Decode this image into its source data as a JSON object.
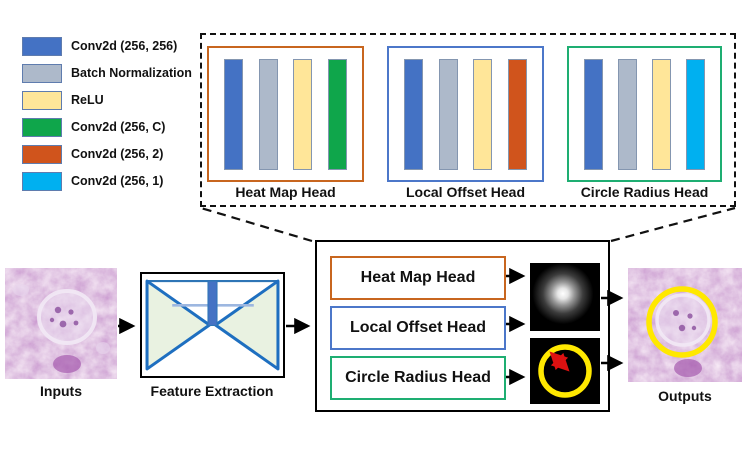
{
  "colors": {
    "conv256": "#4472C4",
    "batchnorm": "#ADB9CA",
    "relu": "#FFE699",
    "conv_c": "#0FA64B",
    "conv_2": "#D0541C",
    "conv_1": "#00B0F0",
    "heatmap_border": "#C8661F",
    "offset_border": "#4C77C9",
    "radius_border": "#1EAE72",
    "yellow_circle": "#FFE800",
    "red_radius_arrow": "#DD1111"
  },
  "legend": {
    "items": [
      {
        "label": "Conv2d (256, 256)",
        "color": "#4472C4"
      },
      {
        "label": "Batch Normalization",
        "color": "#ADB9CA"
      },
      {
        "label": "ReLU",
        "color": "#FFE699"
      },
      {
        "label": "Conv2d (256, C)",
        "color": "#0FA64B"
      },
      {
        "label": "Conv2d (256, 2)",
        "color": "#D0541C"
      },
      {
        "label": "Conv2d (256, 1)",
        "color": "#00B0F0"
      }
    ]
  },
  "detail_panel": {
    "heads": [
      {
        "label": "Heat Map Head",
        "border_color": "#C8661F",
        "layers": [
          "Conv2d (256, 256)",
          "Batch Normalization",
          "ReLU",
          "Conv2d (256, C)"
        ],
        "bar_colors": [
          "#4472C4",
          "#ADB9CA",
          "#FFE699",
          "#0FA64B"
        ]
      },
      {
        "label": "Local Offset Head",
        "border_color": "#4C77C9",
        "layers": [
          "Conv2d (256, 256)",
          "Batch Normalization",
          "ReLU",
          "Conv2d (256, 2)"
        ],
        "bar_colors": [
          "#4472C4",
          "#ADB9CA",
          "#FFE699",
          "#D0541C"
        ]
      },
      {
        "label": "Circle Radius Head",
        "border_color": "#1EAE72",
        "layers": [
          "Conv2d (256, 256)",
          "Batch Normalization",
          "ReLU",
          "Conv2d (256, 1)"
        ],
        "bar_colors": [
          "#4472C4",
          "#ADB9CA",
          "#FFE699",
          "#00B0F0"
        ]
      }
    ]
  },
  "pipeline": {
    "input_label": "Inputs",
    "feature_label": "Feature Extraction",
    "output_label": "Outputs",
    "heads": [
      {
        "label": "Heat Map Head",
        "border_color": "#C8661F"
      },
      {
        "label": "Local Offset Head",
        "border_color": "#4C77C9"
      },
      {
        "label": "Circle Radius Head",
        "border_color": "#1EAE72"
      }
    ]
  }
}
